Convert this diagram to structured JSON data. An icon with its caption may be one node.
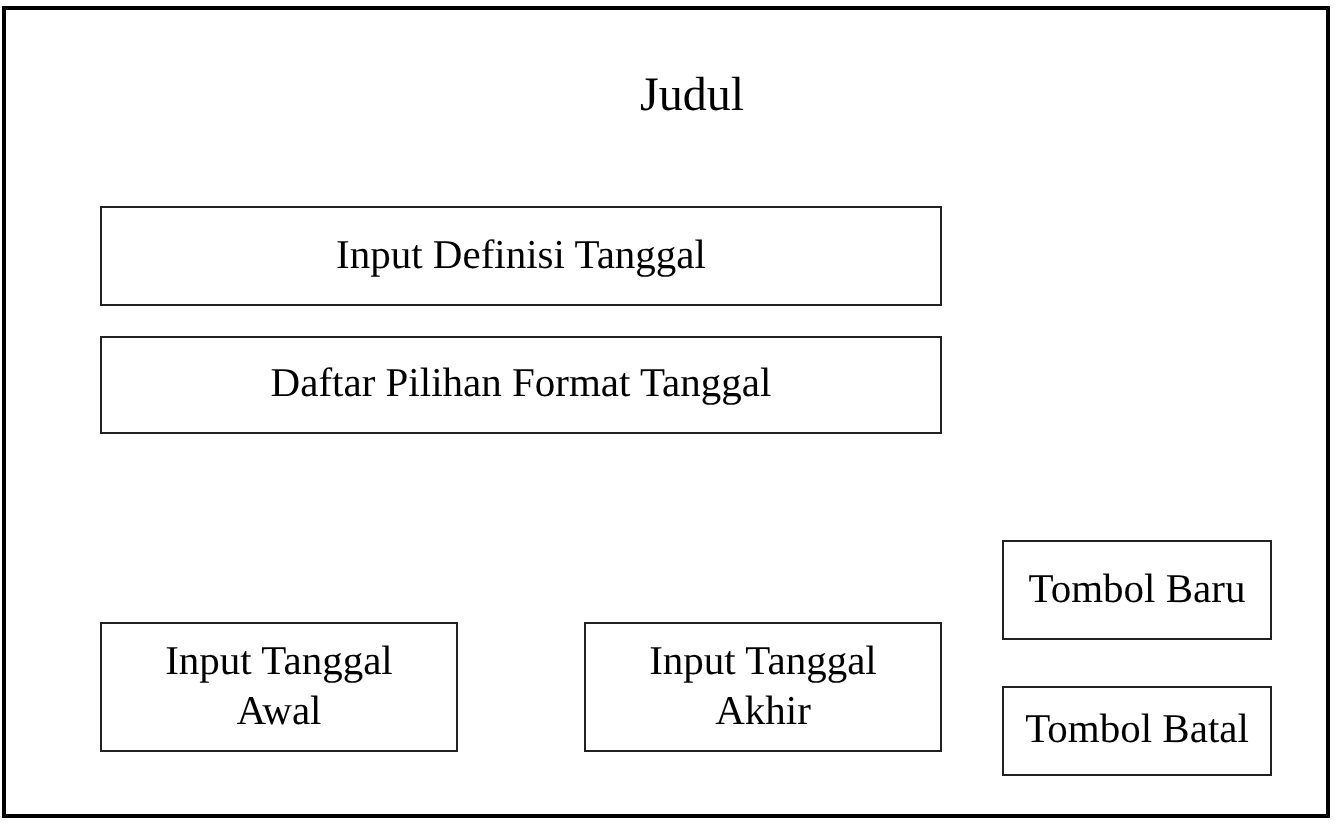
{
  "diagram": {
    "nodes": [
      {
        "text": [
          "Judul"
        ]
      },
      {
        "text": [
          "Input Definisi Tanggal"
        ],
        "in": 0
      },
      {
        "text": [
          "Daftar Pilihan Format Tanggal"
        ],
        "in": 0
      },
      {
        "text": [
          "Tombol Baru"
        ],
        "in": 0
      },
      {
        "text": [
          "Input Tanggal Awal"
        ],
        "in": 0
      },
      {
        "text": [
          "Input Tanggal Akhir"
        ],
        "in": 0
      },
      {
        "text": [
          "Tombol Batal"
        ],
        "in": 0
      }
    ]
  }
}
